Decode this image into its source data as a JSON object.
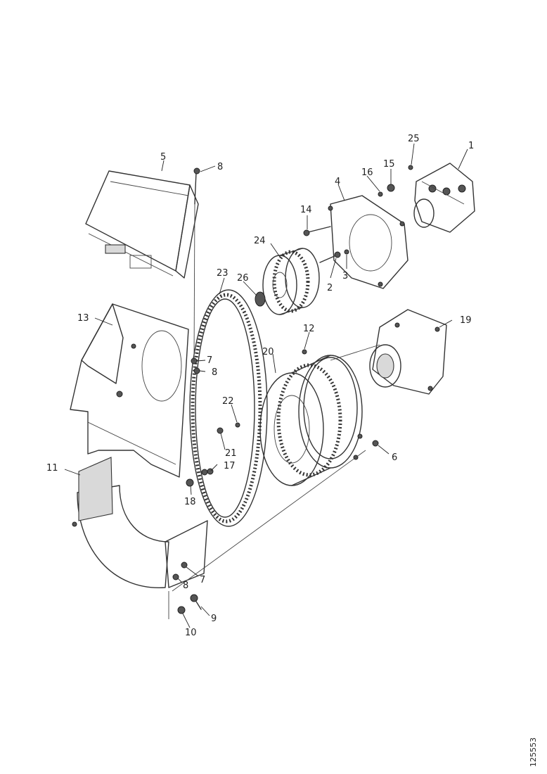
{
  "callouts": [
    {
      "id": "p1",
      "label": "1"
    },
    {
      "id": "p2",
      "label": "2"
    },
    {
      "id": "p3",
      "label": "3"
    },
    {
      "id": "p4",
      "label": "4"
    },
    {
      "id": "p5",
      "label": "5"
    },
    {
      "id": "p6",
      "label": "6"
    },
    {
      "id": "p7a",
      "label": "7"
    },
    {
      "id": "p7b",
      "label": "7"
    },
    {
      "id": "p8a",
      "label": "8"
    },
    {
      "id": "p8b",
      "label": "8"
    },
    {
      "id": "p8c",
      "label": "8"
    },
    {
      "id": "p9a",
      "label": "9"
    },
    {
      "id": "p10",
      "label": "10"
    },
    {
      "id": "p11",
      "label": "11"
    },
    {
      "id": "p12",
      "label": "12"
    },
    {
      "id": "p13",
      "label": "13"
    },
    {
      "id": "p14",
      "label": "14"
    },
    {
      "id": "p15",
      "label": "15"
    },
    {
      "id": "p16",
      "label": "16"
    },
    {
      "id": "p17",
      "label": "17"
    },
    {
      "id": "p18",
      "label": "18"
    },
    {
      "id": "p19",
      "label": "19"
    },
    {
      "id": "p20",
      "label": "20"
    },
    {
      "id": "p21",
      "label": "21"
    },
    {
      "id": "p22",
      "label": "22"
    },
    {
      "id": "p23",
      "label": "23"
    },
    {
      "id": "p24",
      "label": "24"
    },
    {
      "id": "p25",
      "label": "25"
    },
    {
      "id": "p26",
      "label": "26"
    }
  ],
  "reference_code": "125553"
}
